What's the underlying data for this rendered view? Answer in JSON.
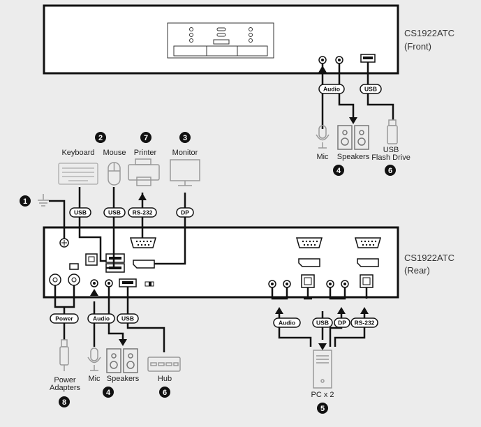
{
  "front_unit": {
    "model": "CS1922ATC",
    "view": "(Front)"
  },
  "rear_unit": {
    "model": "CS1922ATC",
    "view": "(Rear)"
  },
  "devices": {
    "keyboard": "Keyboard",
    "mouse": "Mouse",
    "printer": "Printer",
    "monitor": "Monitor",
    "mic_front": "Mic",
    "speakers_front": "Speakers",
    "usb_flash_line1": "USB",
    "usb_flash_line2": "Flash Drive",
    "power_line1": "Power",
    "power_line2": "Adapters",
    "mic_rear": "Mic",
    "speakers_rear": "Speakers",
    "hub": "Hub",
    "pc": "PC x 2"
  },
  "tags": {
    "usb": "USB",
    "rs232": "RS-232",
    "dp": "DP",
    "audio": "Audio",
    "power": "Power"
  },
  "numbers": {
    "n1": "1",
    "n2": "2",
    "n3": "3",
    "n4": "4",
    "n5": "5",
    "n6": "6",
    "n7": "7",
    "n8": "8"
  }
}
